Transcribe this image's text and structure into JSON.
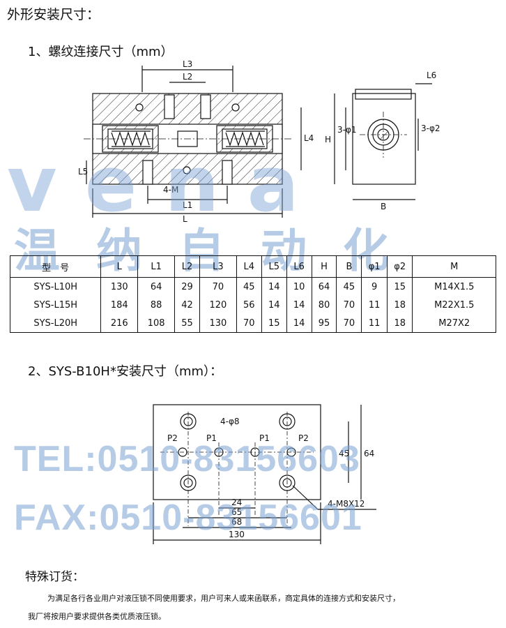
{
  "headings": {
    "title": "外形安装尺寸：",
    "section1": "1、螺纹连接尺寸（mm）",
    "section2": "2、SYS-B10H*安装尺寸（mm）：",
    "special": "特殊订货：",
    "note_line1": "为满足各行各业用户对液压锁不同使用要求，用户可来人或来函联系，商定具体的连接方式和安装尺寸，",
    "note_line2": "我厂将按用户要求提供各类优质液压锁。"
  },
  "drawing1": {
    "labels": {
      "L3": "L3",
      "L2": "L2",
      "L6": "L6",
      "L4": "L4",
      "L5": "L5",
      "L1": "L1",
      "L": "L",
      "M": "4-M",
      "H": "H",
      "phi1": "3-φ1",
      "phi2": "3-φ2",
      "B": "B"
    }
  },
  "table": {
    "headers": [
      "型　号",
      "L",
      "L1",
      "L2",
      "L3",
      "L4",
      "L5",
      "L6",
      "H",
      "B",
      "φ1",
      "φ2",
      "M"
    ],
    "rows": [
      [
        "SYS-L10H",
        "130",
        "64",
        "29",
        "70",
        "45",
        "14",
        "10",
        "64",
        "45",
        "9",
        "15",
        "M14X1.5"
      ],
      [
        "SYS-L15H",
        "184",
        "88",
        "42",
        "120",
        "56",
        "14",
        "14",
        "80",
        "70",
        "11",
        "18",
        "M22X1.5"
      ],
      [
        "SYS-L20H",
        "216",
        "108",
        "55",
        "130",
        "70",
        "15",
        "14",
        "95",
        "70",
        "11",
        "18",
        "M27X2"
      ]
    ]
  },
  "drawing2": {
    "labels": {
      "holes": "4-φ8",
      "p2_left": "P2",
      "p1_left": "P1",
      "p1_right": "P1",
      "p2_right": "P2",
      "d24": "24",
      "d65": "65",
      "d68": "68",
      "d130": "130",
      "d45": "45",
      "d64": "64",
      "screws": "4-M8X12"
    }
  },
  "watermarks": {
    "brand": "vena",
    "chinese": "温纳自动化",
    "tel": "TEL:0510-83156603",
    "fax": "FAX:0510-83156601"
  },
  "colors": {
    "ink": "#111111",
    "watermark": "#7aa0d2"
  }
}
